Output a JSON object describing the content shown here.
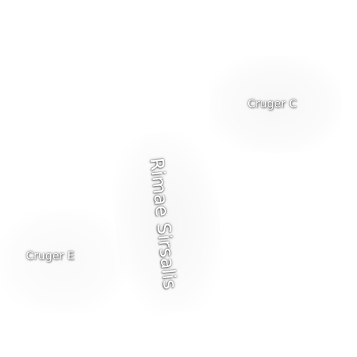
{
  "map": {
    "labels": {
      "cruger_c": "Cruger C",
      "cruger_e": "Cruger E",
      "rimae_sirsalis": "Rimae Sirsalis"
    },
    "colors": {
      "background": "#ffffff",
      "label_text": "#ffffff",
      "label_halo": "#000000"
    }
  }
}
